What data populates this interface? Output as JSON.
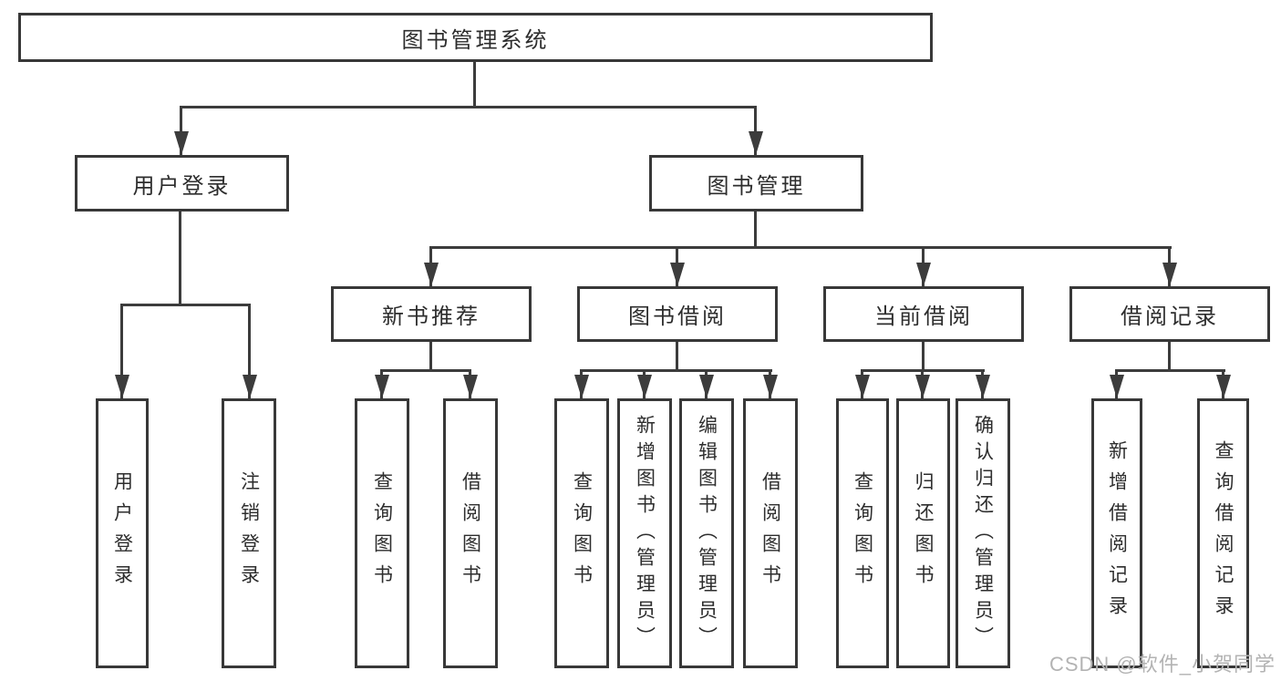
{
  "title": {
    "label": "图书管理系统"
  },
  "branches": {
    "user_login": {
      "label": "用户登录",
      "children": {
        "login": "用户登录",
        "logout": "注销登录"
      }
    },
    "book_management": {
      "label": "图书管理",
      "groups": {
        "new_books": {
          "label": "新书推荐",
          "children": {
            "query": "查询图书",
            "borrow": "借阅图书"
          }
        },
        "book_borrow": {
          "label": "图书借阅",
          "children": {
            "query": "查询图书",
            "add": "新增图书（管理员）",
            "edit": "编辑图书（管理员）",
            "borrow": "借阅图书"
          }
        },
        "current_borrow": {
          "label": "当前借阅",
          "children": {
            "query": "查询图书",
            "return": "归还图书",
            "confirm": "确认归还（管理员）"
          }
        },
        "borrow_records": {
          "label": "借阅记录",
          "children": {
            "add": "新增借阅记录",
            "query": "查询借阅记录"
          }
        }
      }
    }
  },
  "watermark": {
    "text": "CSDN @软件_小贺同学"
  }
}
